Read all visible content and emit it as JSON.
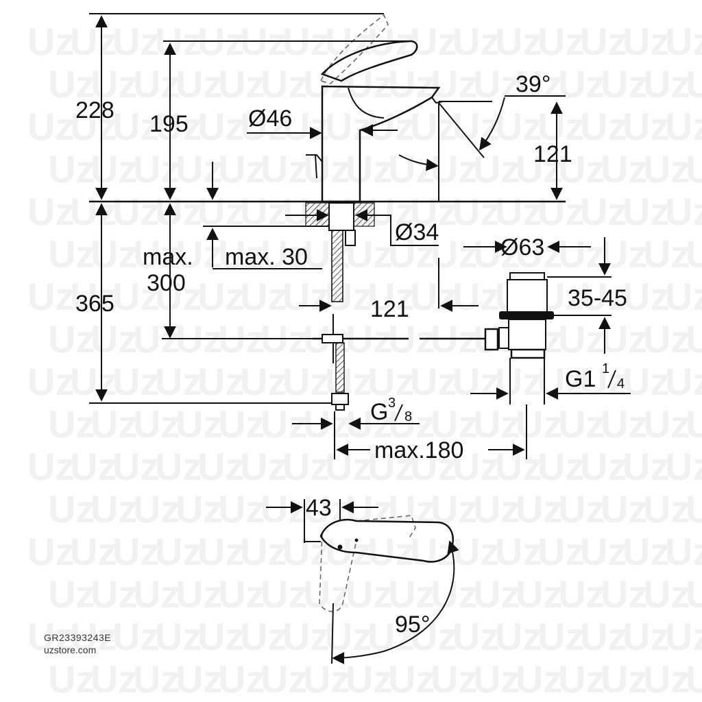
{
  "watermark": "Uz",
  "dimensions": {
    "total_height": "228",
    "spout_height": "195",
    "spout_diameter": "Ø46",
    "spout_angle": "39°",
    "spout_reach_height": "121",
    "base_diameter": "Ø34",
    "tail_length": "max. 30",
    "hose_length_line1": "max.",
    "hose_length_line2": "300",
    "below_counter": "365",
    "spout_projection": "121",
    "waste_diameter": "Ø63",
    "waste_range": "35-45",
    "waste_thread_main": "G1",
    "waste_thread_num": "1",
    "waste_thread_den": "4",
    "supply_thread_main": "G",
    "supply_thread_num": "3",
    "supply_thread_den": "8",
    "max_reach": "max.180",
    "lever_offset": "43",
    "lever_rotation": "95°"
  },
  "caption": {
    "code": "GR23393243E",
    "site": "uzstore.com"
  }
}
